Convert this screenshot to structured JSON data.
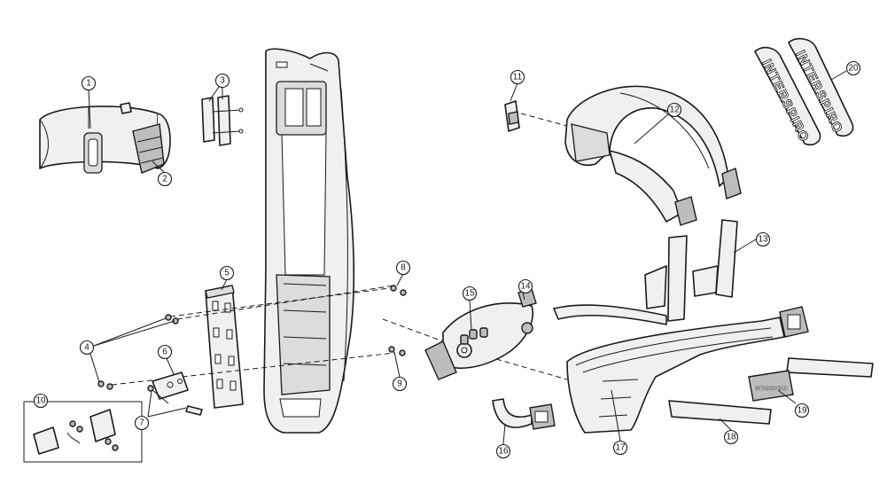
{
  "diagram": {
    "callouts": [
      {
        "id": "callout-1",
        "label": "1"
      },
      {
        "id": "callout-2",
        "label": "2"
      },
      {
        "id": "callout-3",
        "label": "3"
      },
      {
        "id": "callout-4",
        "label": "4"
      },
      {
        "id": "callout-5",
        "label": "5"
      },
      {
        "id": "callout-6",
        "label": "6"
      },
      {
        "id": "callout-7",
        "label": "7"
      },
      {
        "id": "callout-8",
        "label": "8"
      },
      {
        "id": "callout-9",
        "label": "9"
      },
      {
        "id": "callout-10",
        "label": "10"
      },
      {
        "id": "callout-11",
        "label": "11"
      },
      {
        "id": "callout-12",
        "label": "12"
      },
      {
        "id": "callout-13",
        "label": "13"
      },
      {
        "id": "callout-14",
        "label": "14"
      },
      {
        "id": "callout-15",
        "label": "15"
      },
      {
        "id": "callout-16",
        "label": "16"
      },
      {
        "id": "callout-17",
        "label": "17"
      },
      {
        "id": "callout-18",
        "label": "18"
      },
      {
        "id": "callout-19",
        "label": "19"
      },
      {
        "id": "callout-20",
        "label": "20"
      }
    ],
    "brand_pad_left": "INTERSPIRO",
    "brand_pad_right": "INTERSPIRO",
    "brand_buckle": "INTERSPIRO"
  }
}
